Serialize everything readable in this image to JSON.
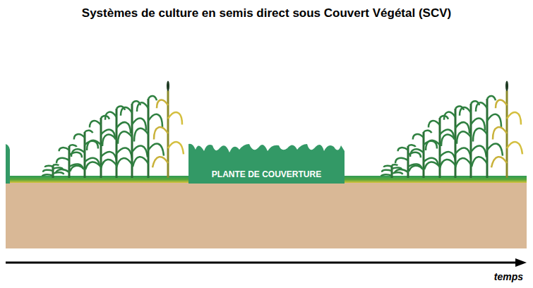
{
  "diagram": {
    "title": "Systèmes de culture en semis direct sous Couvert Végétal (SCV)",
    "nodes": [
      {
        "text": [
          "PLANTE DE COUVERTURE"
        ]
      }
    ],
    "labels": [
      "temps"
    ]
  }
}
